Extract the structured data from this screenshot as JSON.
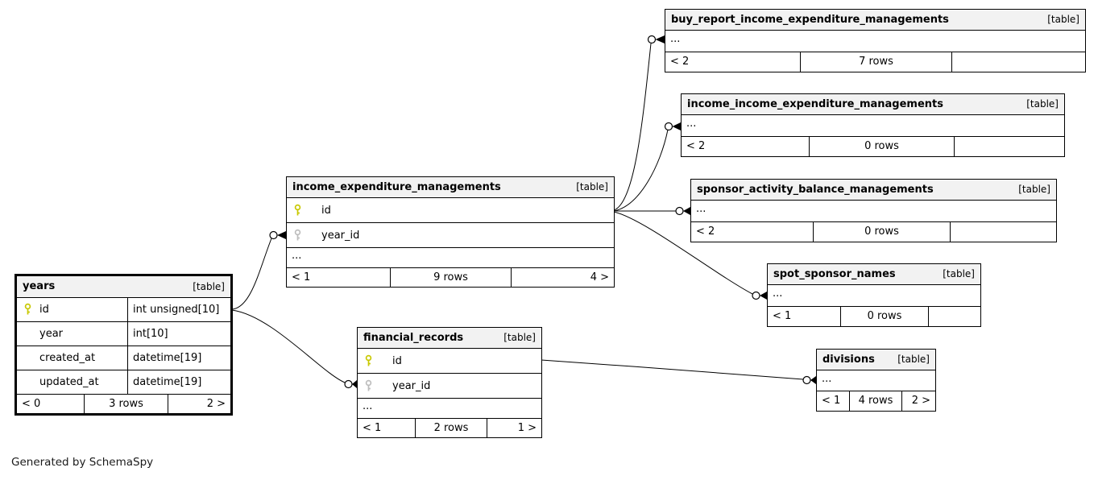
{
  "note": "Generated by SchemaSpy",
  "colors": {
    "header_bg": "#f2f2f2",
    "pk_key": "#c8c800",
    "fk_key": "#bdbdbd",
    "edge_line": "#000000"
  },
  "tables": [
    {
      "name": "years",
      "tag": "[table]",
      "columns": [
        {
          "name": "id",
          "type": "int unsigned[10]",
          "key": "pk"
        },
        {
          "name": "year",
          "type": "int[10]",
          "key": ""
        },
        {
          "name": "created_at",
          "type": "datetime[19]",
          "key": ""
        },
        {
          "name": "updated_at",
          "type": "datetime[19]",
          "key": ""
        }
      ],
      "footer": {
        "left": "< 0",
        "center": "3 rows",
        "right": "2 >"
      }
    },
    {
      "name": "income_expenditure_managements",
      "tag": "[table]",
      "columns": [
        {
          "name": "id",
          "key": "pk"
        },
        {
          "name": "year_id",
          "key": "fk"
        }
      ],
      "ellipsis": "...",
      "footer": {
        "left": "< 1",
        "center": "9 rows",
        "right": "4 >"
      }
    },
    {
      "name": "buy_report_income_expenditure_managements",
      "tag": "[table]",
      "ellipsis": "...",
      "footer": {
        "left": "< 2",
        "center": "7 rows",
        "right": ""
      }
    },
    {
      "name": "income_income_expenditure_managements",
      "tag": "[table]",
      "ellipsis": "...",
      "footer": {
        "left": "< 2",
        "center": "0 rows",
        "right": ""
      }
    },
    {
      "name": "sponsor_activity_balance_managements",
      "tag": "[table]",
      "ellipsis": "...",
      "footer": {
        "left": "< 2",
        "center": "0 rows",
        "right": ""
      }
    },
    {
      "name": "spot_sponsor_names",
      "tag": "[table]",
      "ellipsis": "...",
      "footer": {
        "left": "< 1",
        "center": "0 rows",
        "right": ""
      }
    },
    {
      "name": "financial_records",
      "tag": "[table]",
      "columns": [
        {
          "name": "id",
          "key": "pk"
        },
        {
          "name": "year_id",
          "key": "fk"
        }
      ],
      "ellipsis": "...",
      "footer": {
        "left": "< 1",
        "center": "2 rows",
        "right": "1 >"
      }
    },
    {
      "name": "divisions",
      "tag": "[table]",
      "ellipsis": "...",
      "footer": {
        "left": "< 1",
        "center": "4 rows",
        "right": "2 >"
      }
    }
  ],
  "relationships": [
    {
      "from": "years.id",
      "to": "income_expenditure_managements.year_id"
    },
    {
      "from": "years.id",
      "to": "financial_records.year_id"
    },
    {
      "from": "income_expenditure_managements.id",
      "to": "buy_report_income_expenditure_managements"
    },
    {
      "from": "income_expenditure_managements.id",
      "to": "income_income_expenditure_managements"
    },
    {
      "from": "income_expenditure_managements.id",
      "to": "sponsor_activity_balance_managements"
    },
    {
      "from": "income_expenditure_managements.id",
      "to": "spot_sponsor_names"
    },
    {
      "from": "financial_records.id",
      "to": "divisions"
    }
  ]
}
